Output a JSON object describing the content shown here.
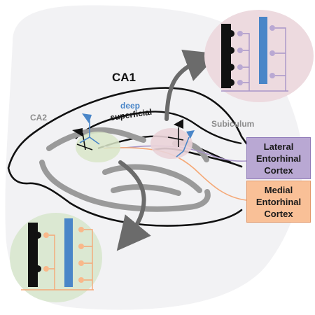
{
  "labels": {
    "ca1": "CA1",
    "ca2": "CA2",
    "deep": "deep",
    "superficial": "superficial",
    "subiculum": "Subiculum"
  },
  "boxes": {
    "lateral_entorhinal": "Lateral\nEntorhinal\nCortex",
    "medial_entorhinal": "Medial\nEntorhinal\nCortex"
  },
  "colors": {
    "background": "#f2f2f4",
    "outline": "#111111",
    "gray_band": "#9a9a9a",
    "deep_blue": "#4a86c8",
    "lateral_purple": "#b9a8d3",
    "medial_orange": "#f9c097",
    "top_inset_fill": "#eddadf",
    "bottom_inset_fill": "#dbe8d2"
  }
}
